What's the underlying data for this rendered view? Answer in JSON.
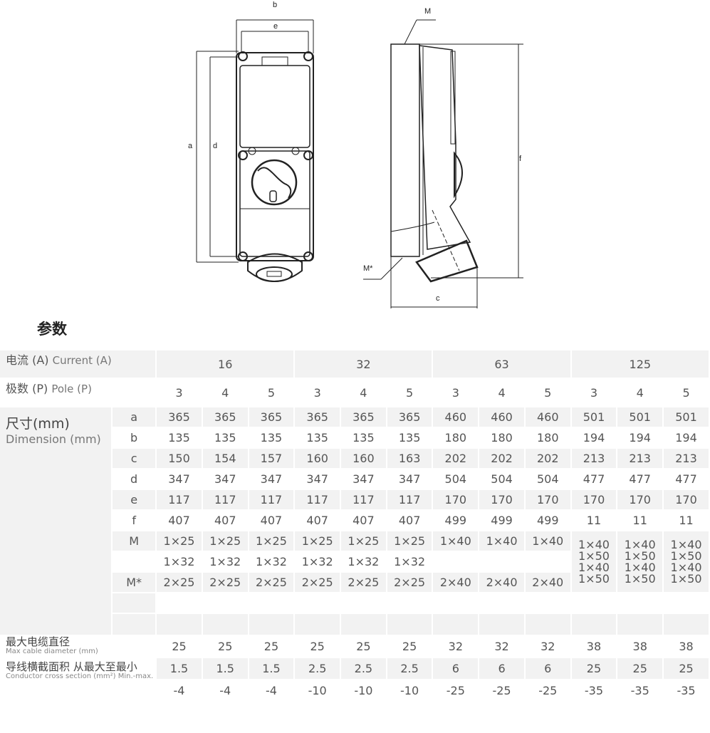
{
  "diagram": {
    "labels": {
      "b": "b",
      "e": "e",
      "a": "a",
      "d": "d",
      "M": "M",
      "f": "f",
      "M_star": "M*",
      "c": "c"
    }
  },
  "title": "参数",
  "table": {
    "current_label_cn": "电流 (A)",
    "current_label_en": "Current (A)",
    "pole_label_cn": "极数 (P)",
    "pole_label_en": "Pole (P)",
    "dimension_label_cn": "尺寸(mm)",
    "dimension_label_en": "Dimension (mm)",
    "currents": [
      "16",
      "32",
      "63",
      "125"
    ],
    "poles": [
      "3",
      "4",
      "5",
      "3",
      "4",
      "5",
      "3",
      "4",
      "5",
      "3",
      "4",
      "5"
    ],
    "rows": [
      {
        "key": "a",
        "values": [
          "365",
          "365",
          "365",
          "365",
          "365",
          "365",
          "460",
          "460",
          "460",
          "501",
          "501",
          "501"
        ]
      },
      {
        "key": "b",
        "values": [
          "135",
          "135",
          "135",
          "135",
          "135",
          "135",
          "180",
          "180",
          "180",
          "194",
          "194",
          "194"
        ]
      },
      {
        "key": "c",
        "values": [
          "150",
          "154",
          "157",
          "160",
          "160",
          "163",
          "202",
          "202",
          "202",
          "213",
          "213",
          "213"
        ]
      },
      {
        "key": "d",
        "values": [
          "347",
          "347",
          "347",
          "347",
          "347",
          "347",
          "504",
          "504",
          "504",
          "477",
          "477",
          "477"
        ]
      },
      {
        "key": "e",
        "values": [
          "117",
          "117",
          "117",
          "117",
          "117",
          "117",
          "170",
          "170",
          "170",
          "170",
          "170",
          "170"
        ]
      },
      {
        "key": "f",
        "values": [
          "407",
          "407",
          "407",
          "407",
          "407",
          "407",
          "499",
          "499",
          "499",
          "11",
          "11",
          "11"
        ]
      }
    ],
    "m_key": "M",
    "m_values": [
      "1×25",
      "1×25",
      "1×25",
      "1×25",
      "1×25",
      "1×25",
      "1×40",
      "1×40",
      "1×40"
    ],
    "m2_values": [
      "1×32",
      "1×32",
      "1×32",
      "1×32",
      "1×32",
      "1×32",
      "",
      "",
      ""
    ],
    "mstar_key": "M*",
    "mstar_values": [
      "2×25",
      "2×25",
      "2×25",
      "2×25",
      "2×25",
      "2×25",
      "2×40",
      "2×40",
      "2×40"
    ],
    "m_125": [
      "1×40\n1×50\n1×40\n1×50",
      "1×40\n1×50\n1×40\n1×50",
      "1×40\n1×50\n1×40\n1×50"
    ],
    "cable_label_cn": "最大电缆直径",
    "cable_label_en": "Max cable diameter (mm)",
    "cable_values": [
      "25",
      "25",
      "25",
      "25",
      "25",
      "25",
      "32",
      "32",
      "32",
      "38",
      "38",
      "38"
    ],
    "section_label_cn": "导线横截面积 从最大至最小",
    "section_label_en": "Conductor cross section (mm²) Min.-max.",
    "section_min": [
      "1.5",
      "1.5",
      "1.5",
      "2.5",
      "2.5",
      "2.5",
      "6",
      "6",
      "6",
      "25",
      "25",
      "25"
    ],
    "section_max": [
      "-4",
      "-4",
      "-4",
      "-10",
      "-10",
      "-10",
      "-25",
      "-25",
      "-25",
      "-35",
      "-35",
      "-35"
    ]
  }
}
